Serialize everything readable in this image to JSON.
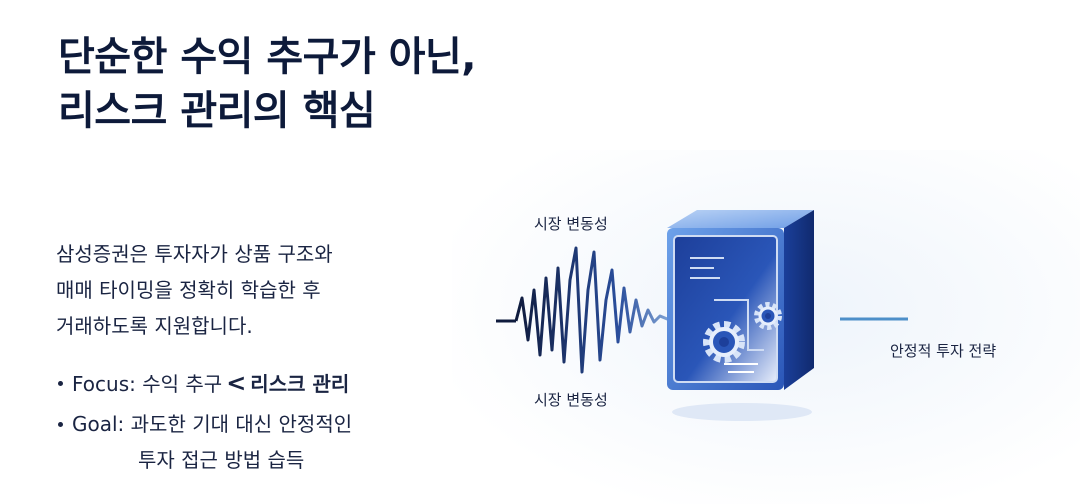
{
  "title": {
    "line1": "단순한 수익 추구가 아닌,",
    "line2": "리스크 관리의 핵심"
  },
  "description": [
    "삼성증권은 투자자가 상품 구조와",
    "매매 타이밍을 정확히 학습한 후",
    "거래하도록 지원합니다."
  ],
  "bullets": {
    "focus": {
      "label": "Focus:",
      "left": "수익 추구",
      "symbol": "<",
      "right": "리스크 관리"
    },
    "goal": {
      "label": "Goal:",
      "line1": "과도한 기대 대신 안정적인",
      "line2": "투자 접근 방법 습득"
    }
  },
  "illustration": {
    "label_top": "시장 변동성",
    "label_bottom": "시장 변동성",
    "label_right": "안정적 투자 전략",
    "icons": [
      "waveform-icon",
      "gear-icon"
    ],
    "colors": {
      "navy": "#1f3a8a",
      "accent": "#3d6fd6",
      "line": "#4d8fc9"
    }
  }
}
